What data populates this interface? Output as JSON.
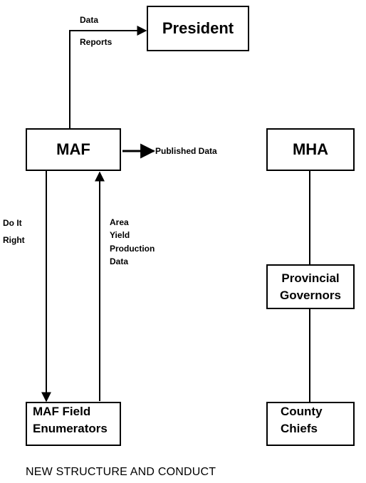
{
  "nodes": {
    "president": "President",
    "maf": "MAF",
    "mha": "MHA",
    "provincial_line1": "Provincial",
    "provincial_line2": "Governors",
    "enumerators_line1": "MAF Field",
    "enumerators_line2": "Enumerators",
    "county_line1": "County",
    "county_line2": "Chiefs"
  },
  "labels": {
    "data": "Data",
    "reports": "Reports",
    "published_data": "Published Data",
    "do_it": "Do It",
    "right": "Right",
    "area": "Area",
    "yield": "Yield",
    "production": "Production",
    "data2": "Data"
  },
  "footer": "NEW STRUCTURE AND CONDUCT"
}
